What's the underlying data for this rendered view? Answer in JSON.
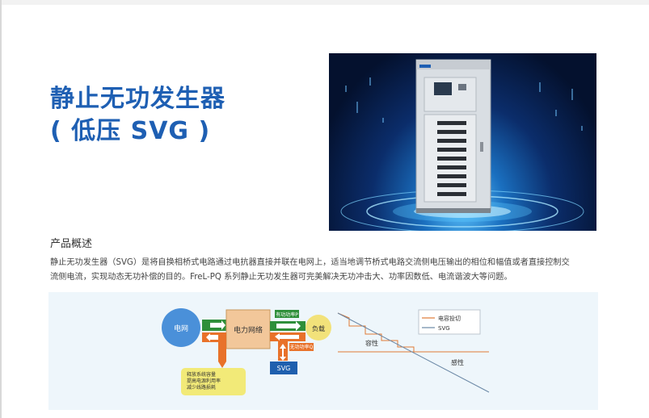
{
  "title_line1": "静止无功发生器",
  "title_line2": "( 低压 SVG )",
  "section_title": "产品概述",
  "paragraph_line1": "静止无功发生器（SVG）是将自换相桥式电路通过电抗器直接并联在电网上，适当地调节桥式电路交流侧电压输出的相位和幅值或者直接控制交",
  "paragraph_line2": "流侧电流，实现动态无功补偿的目的。FreL-PQ 系列静止无功发生器可完美解决无功冲击大、功率因数低、电流谐波大等问题。",
  "diagram": {
    "grid": "电网",
    "power_network": "电力网络",
    "load": "负载",
    "active_power": "有功功率P",
    "reactive_power": "无功功率Q",
    "svg_box": "SVG",
    "note_lines": [
      "释放系统容量",
      "提高电源利用率",
      "减少线路损耗"
    ],
    "legend_capacitor": "电容投切",
    "legend_svg": "SVG",
    "capacitive": "容性",
    "inductive": "感性"
  },
  "colors": {
    "title": "#1e5fb3",
    "grid_circle": "#4a90d9",
    "power_box": "#f2c79a",
    "load_circle": "#f2e27a",
    "arrow_green": "#2f8f3a",
    "arrow_orange": "#e8722a",
    "svg_box": "#1f5fae",
    "note_box": "#f2ea78",
    "legend_capacitor": "#e07a35",
    "legend_svg": "#6b88a6"
  }
}
